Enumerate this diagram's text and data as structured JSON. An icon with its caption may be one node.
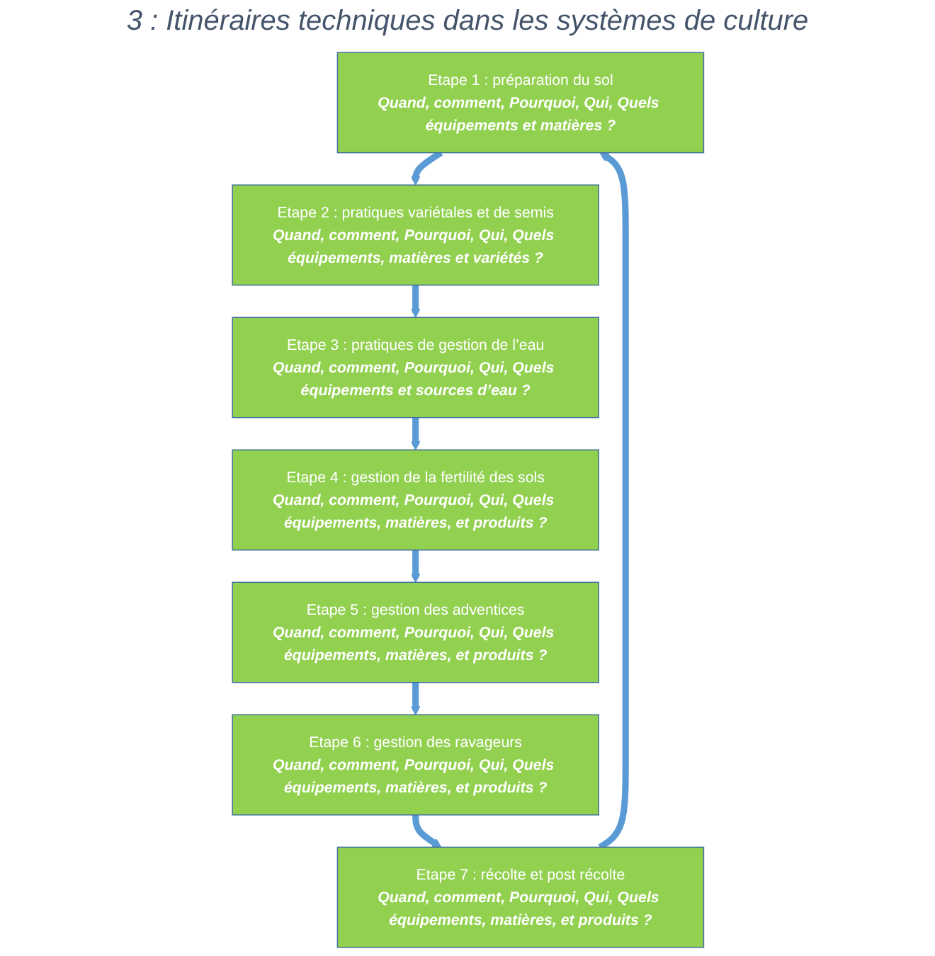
{
  "diagram": {
    "title": "3 : Itinéraires techniques dans les systèmes de culture",
    "nodes": [
      {
        "text": [
          "Etape 1 : préparation du sol",
          "Quand, comment, Pourquoi, Qui, Quels équipements et matières ?"
        ]
      },
      {
        "text": [
          "Etape 2 : pratiques variétales et de semis",
          "Quand, comment, Pourquoi, Qui, Quels équipements, matières et variétés ?"
        ]
      },
      {
        "text": [
          "Etape 3 : pratiques de gestion de l’eau",
          "Quand, comment, Pourquoi, Qui, Quels équipements et sources d’eau ?"
        ]
      },
      {
        "text": [
          "Etape 4 : gestion de la fertilité des sols",
          "Quand, comment, Pourquoi, Qui, Quels équipements, matières, et produits ?"
        ]
      },
      {
        "text": [
          "Etape 5 : gestion des adventices",
          "Quand, comment, Pourquoi, Qui, Quels équipements, matières, et produits ?"
        ]
      },
      {
        "text": [
          "Etape 6 : gestion des ravageurs",
          "Quand, comment, Pourquoi, Qui, Quels équipements, matières, et produits ?"
        ]
      },
      {
        "text": [
          "Etape 7 : récolte et post récolte",
          "Quand, comment, Pourquoi, Qui, Quels équipements, matières, et produits ?"
        ]
      }
    ],
    "edges": [
      {
        "from": 0,
        "to": 1,
        "arrow": "to"
      },
      {
        "from": 1,
        "to": 2,
        "arrow": "to"
      },
      {
        "from": 2,
        "to": 3,
        "arrow": "to"
      },
      {
        "from": 3,
        "to": 4,
        "arrow": "to"
      },
      {
        "from": 4,
        "to": 5,
        "arrow": "to"
      },
      {
        "from": 5,
        "to": 6,
        "arrow": "to"
      },
      {
        "from": 6,
        "to": 0,
        "arrow": "to"
      }
    ]
  }
}
